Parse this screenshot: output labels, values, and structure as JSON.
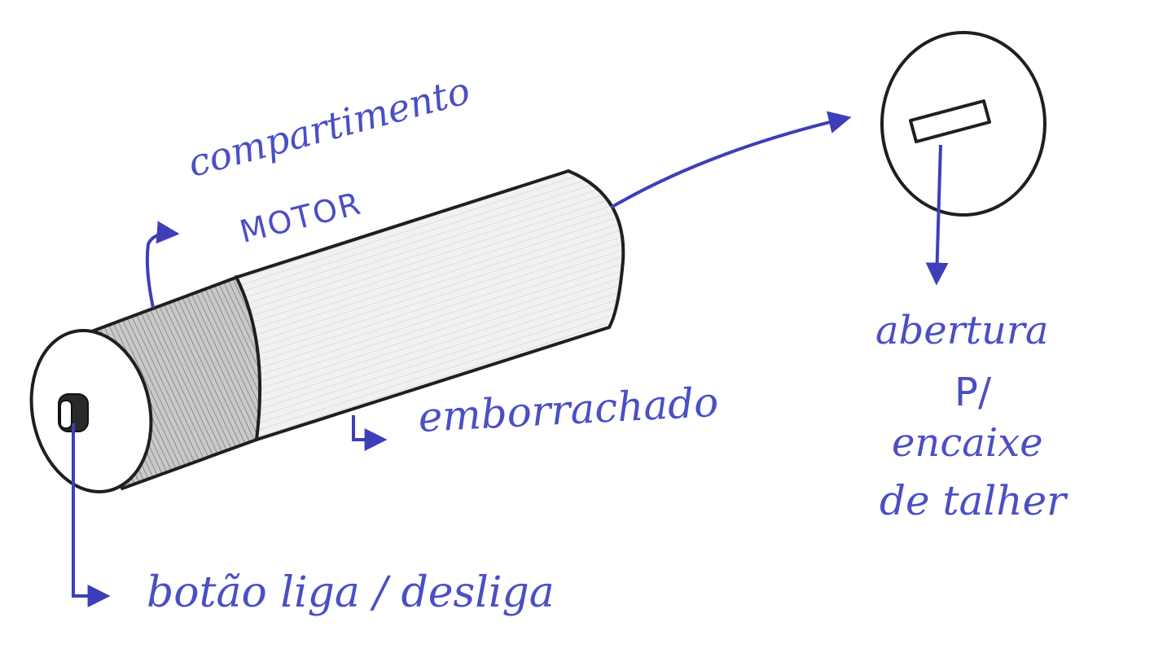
{
  "diagram": {
    "labels": {
      "compartimento": "compartimento",
      "motor": "MOTOR",
      "emborrachado": "emborrachado",
      "botao": "botão liga / desliga",
      "abertura": "abertura",
      "p": "P/",
      "encaixe": "encaixe",
      "talher": "de talher"
    },
    "colors": {
      "ink": "#4a4fc4",
      "outline": "#1f1f1f",
      "grip_shading": "#9a9a9a",
      "body_shading": "#d4d4d4",
      "paper": "#ffffff"
    }
  }
}
